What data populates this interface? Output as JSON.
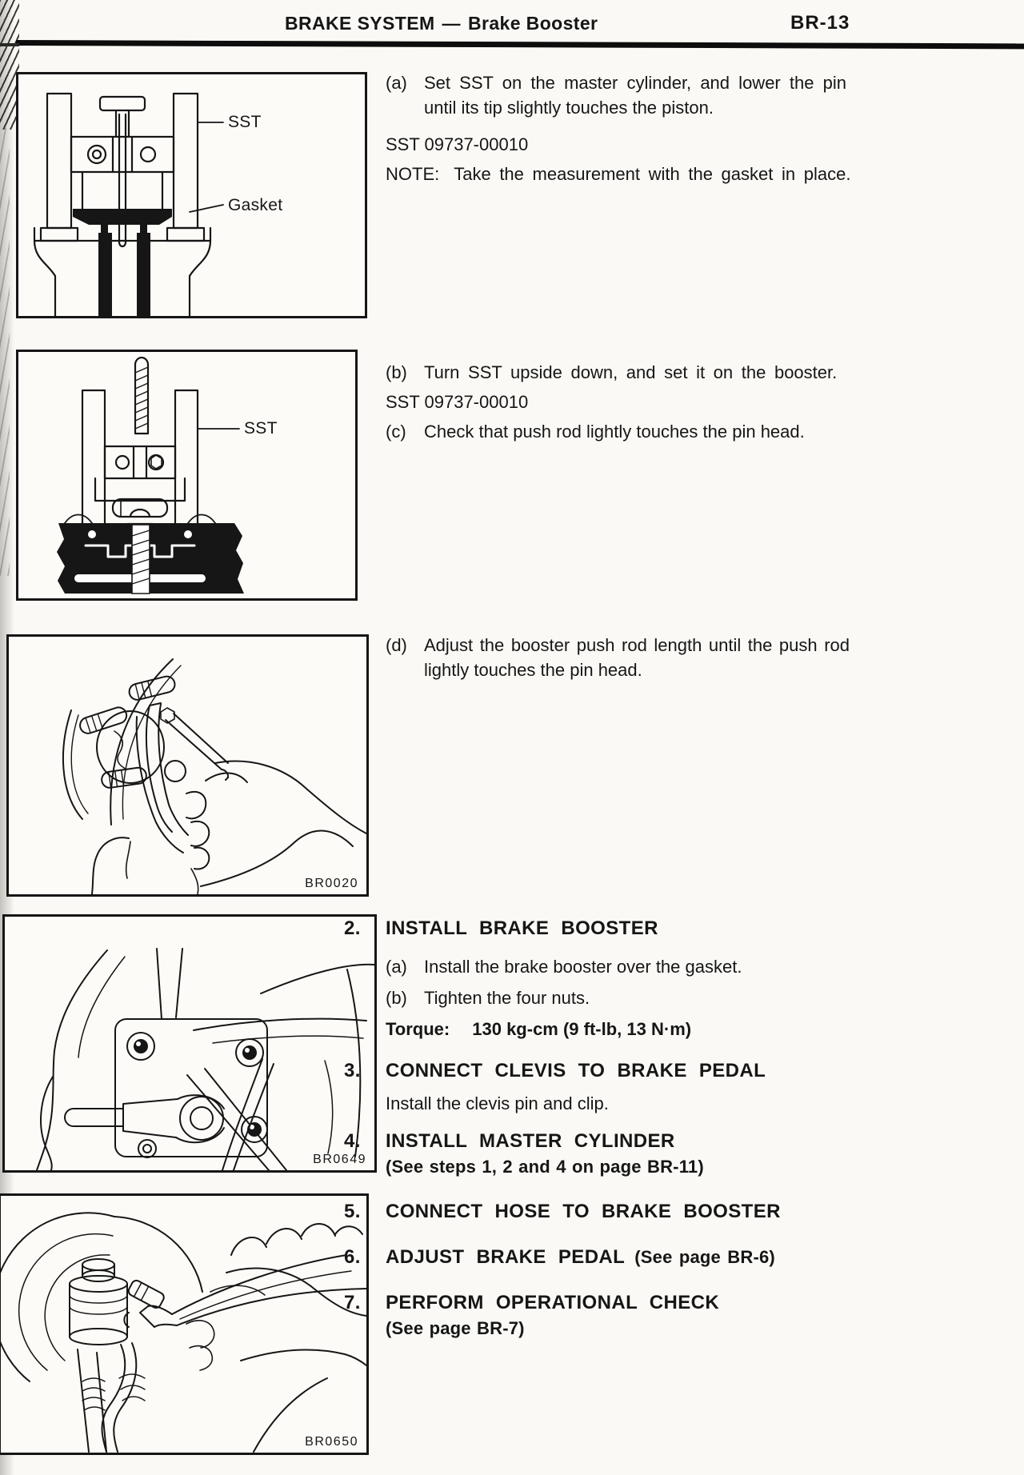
{
  "colors": {
    "ink": "#161616",
    "paper": "#faf9f5",
    "rule": "#0d0d0d"
  },
  "header": {
    "title_main": "BRAKE SYSTEM",
    "title_dash": "—",
    "title_sub": "Brake Booster",
    "page_number": "BR-13"
  },
  "procedure": {
    "item_a": {
      "label": "(a)",
      "text": "Set SST on the master cylinder, and lower the pin until its tip slightly touches the piston."
    },
    "sst_a": "SST 09737-00010",
    "note_label": "NOTE:",
    "note_text": "Take the measurement with the gasket in place.",
    "item_b": {
      "label": "(b)",
      "text": "Turn SST upside down, and set it on the booster."
    },
    "sst_b": "SST 09737-00010",
    "item_c": {
      "label": "(c)",
      "text": "Check that push rod lightly touches the pin head."
    },
    "item_d": {
      "label": "(d)",
      "text": "Adjust the booster push rod length until the push rod lightly touches the pin head."
    }
  },
  "steps": [
    {
      "num": "2.",
      "title": "INSTALL BRAKE BOOSTER",
      "sub_a_label": "(a)",
      "sub_a": "Install the brake booster over the gasket.",
      "sub_b_label": "(b)",
      "sub_b": "Tighten the four nuts.",
      "torque_label": "Torque:",
      "torque_value": "130 kg-cm (9 ft-lb, 13 N·m)"
    },
    {
      "num": "3.",
      "title": "CONNECT CLEVIS TO BRAKE PEDAL",
      "body": "Install the clevis pin and clip."
    },
    {
      "num": "4.",
      "title": "INSTALL MASTER CYLINDER",
      "ref": "(See steps 1, 2 and 4 on page BR-11)"
    },
    {
      "num": "5.",
      "title": "CONNECT HOSE TO BRAKE BOOSTER"
    },
    {
      "num": "6.",
      "title": "ADJUST BRAKE PEDAL",
      "ref": "(See page BR-6)"
    },
    {
      "num": "7.",
      "title": "PERFORM OPERATIONAL CHECK",
      "ref": "(See page BR-7)"
    }
  ],
  "figures": [
    {
      "name": "sst-on-master-cylinder",
      "label_sst": "SST",
      "label_gasket": "Gasket",
      "code": ""
    },
    {
      "name": "sst-on-booster",
      "label_sst": "SST",
      "code": ""
    },
    {
      "name": "adjust-push-rod",
      "code": "BR0020"
    },
    {
      "name": "clevis-to-brake-pedal",
      "code": "BR0649"
    },
    {
      "name": "hose-to-brake-booster",
      "code": "BR0650"
    }
  ]
}
